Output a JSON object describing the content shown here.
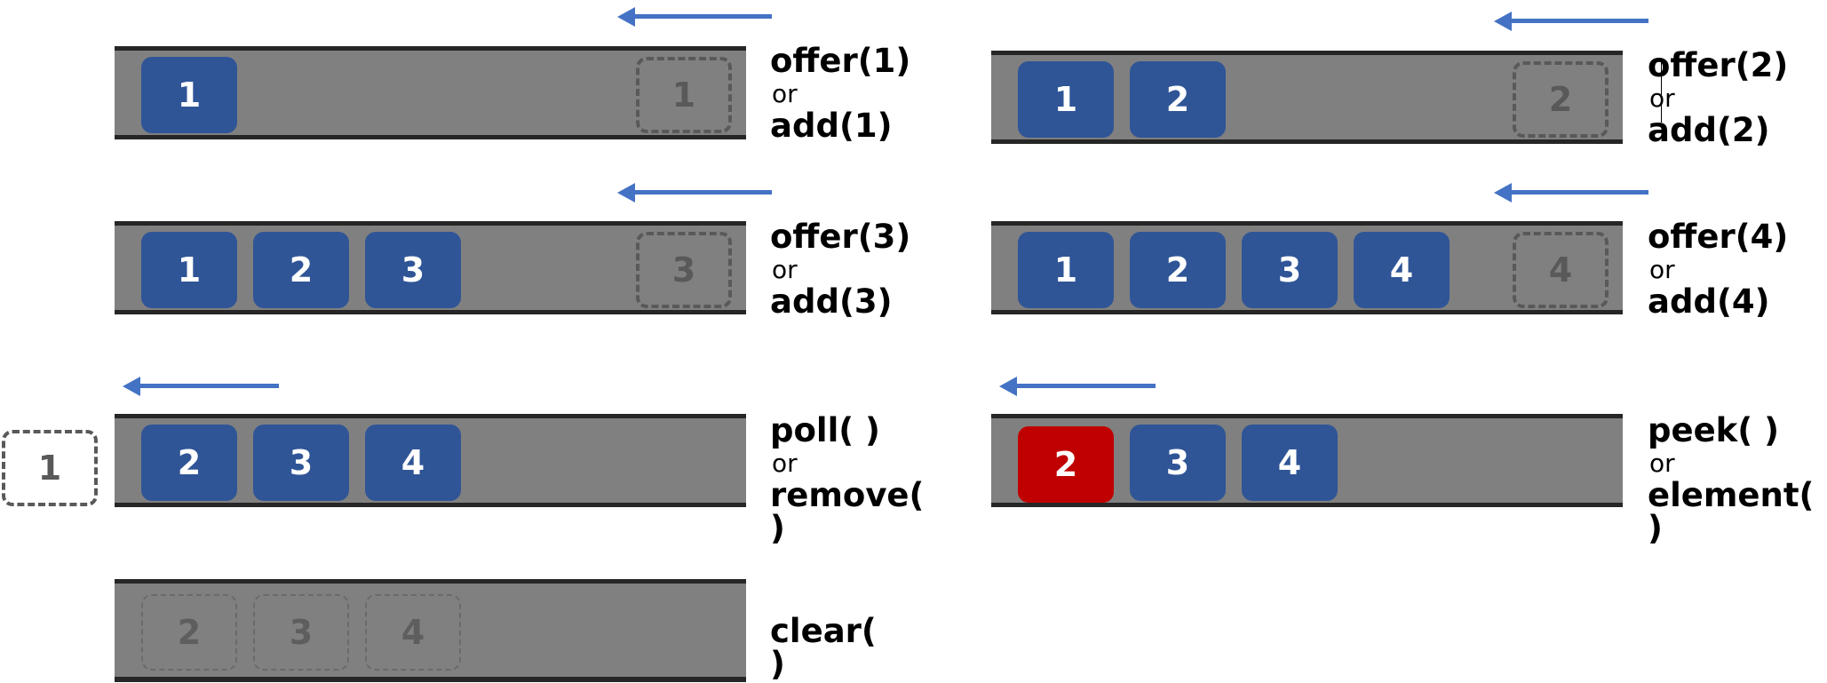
{
  "accent_color": "#4472c4",
  "element_color": "#2f5597",
  "highlight_color": "#c00000",
  "panels": [
    {
      "id": "offer1",
      "elements": [
        "1"
      ],
      "incoming": "1",
      "label": {
        "primary": "offer(1)",
        "or": "or",
        "secondary": "add(1)"
      }
    },
    {
      "id": "offer2",
      "elements": [
        "1",
        "2"
      ],
      "incoming": "2",
      "label": {
        "primary": "offer(2)",
        "or": "or",
        "secondary": "add(2)"
      }
    },
    {
      "id": "offer3",
      "elements": [
        "1",
        "2",
        "3"
      ],
      "incoming": "3",
      "label": {
        "primary": "offer(3)",
        "or": "or",
        "secondary": "add(3)"
      }
    },
    {
      "id": "offer4",
      "elements": [
        "1",
        "2",
        "3",
        "4"
      ],
      "incoming": "4",
      "label": {
        "primary": "offer(4)",
        "or": "or",
        "secondary": "add(4)"
      }
    },
    {
      "id": "poll",
      "elements": [
        "2",
        "3",
        "4"
      ],
      "outgoing": "1",
      "label": {
        "primary": "poll( )",
        "or": "or",
        "secondary": "remove( )"
      }
    },
    {
      "id": "peek",
      "elements": [
        "2",
        "3",
        "4"
      ],
      "highlighted": "2",
      "label": {
        "primary": "peek( )",
        "or": "or",
        "secondary": "element( )"
      }
    },
    {
      "id": "clear",
      "elements": [
        "2",
        "3",
        "4"
      ],
      "cleared": true,
      "label": {
        "primary": "clear( )"
      }
    }
  ]
}
